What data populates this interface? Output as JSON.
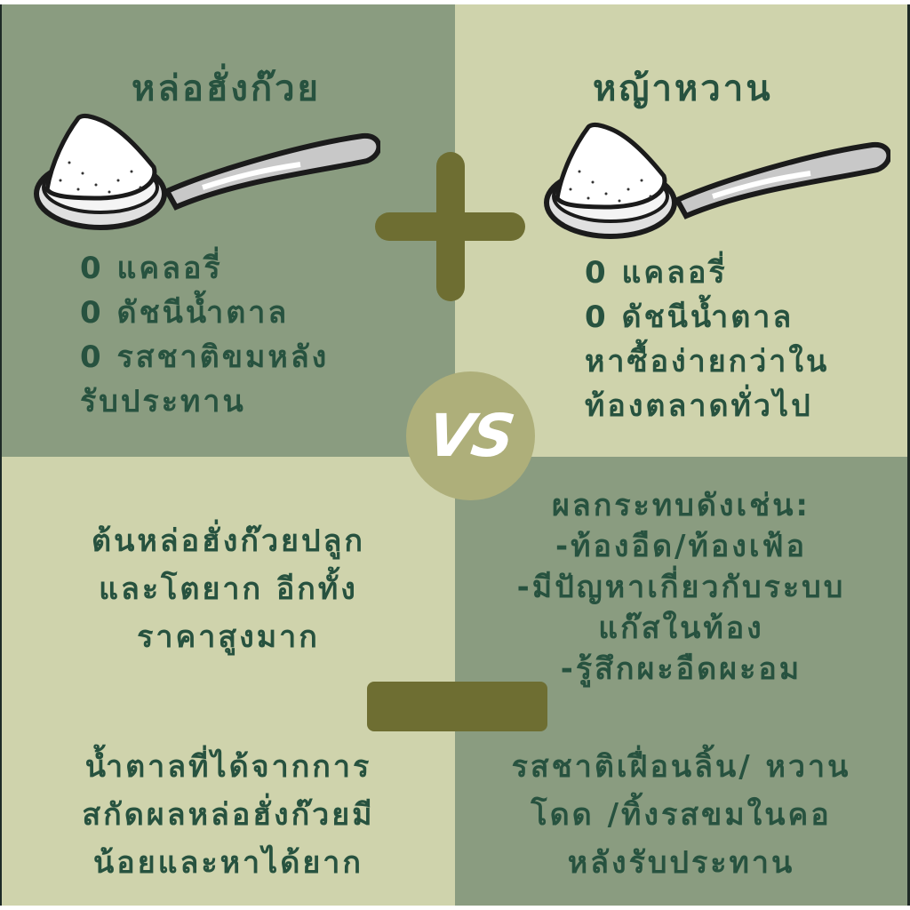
{
  "colors": {
    "dark_sage": "#8a9c80",
    "light_sage": "#cfd3ac",
    "text_green": "#27523f",
    "olive": "#6e6e32",
    "vs_circle": "#aeaf7a"
  },
  "top_left": {
    "title": "หล่อฮั่งก๊วย",
    "icon": "spoon-with-sugar",
    "benefits": [
      "0 แคลอรี่",
      "0 ดัชนีน้ำตาล",
      "0 รสชาติขมหลัง",
      "รับประทาน"
    ]
  },
  "top_right": {
    "title": "หญ้าหวาน",
    "icon": "spoon-with-sugar",
    "benefits": [
      "0 แคลอรี่",
      "0 ดัชนีน้ำตาล",
      "หาซื้อง่ายกว่าใน",
      "ท้องตลาดทั่วไป"
    ]
  },
  "center": {
    "plus_symbol": "+",
    "vs_label": "VS",
    "minus_symbol": "−"
  },
  "bottom_left": {
    "drawback_1": [
      "ต้นหล่อฮั่งก๊วยปลูก",
      "และโตยาก อีกทั้ง",
      "ราคาสูงมาก"
    ],
    "drawback_2": [
      "น้ำตาลที่ได้จากการ",
      "สกัดผลหล่อฮั่งก๊วยมี",
      "น้อยและหาได้ยาก"
    ]
  },
  "bottom_right": {
    "drawback_1": [
      "ผลกระทบดังเช่น:",
      "-ท้องอืด/ท้องเฟ้อ",
      "-มีปัญหาเกี่ยวกับระบบ",
      "แก๊สในท้อง",
      "-รู้สึกผะอืดผะอม"
    ],
    "drawback_2": [
      "รสชาติเฝื่อนลิ้น/ หวาน",
      "โดด /ทิ้งรสขมในคอ",
      "หลังรับประทาน"
    ]
  }
}
